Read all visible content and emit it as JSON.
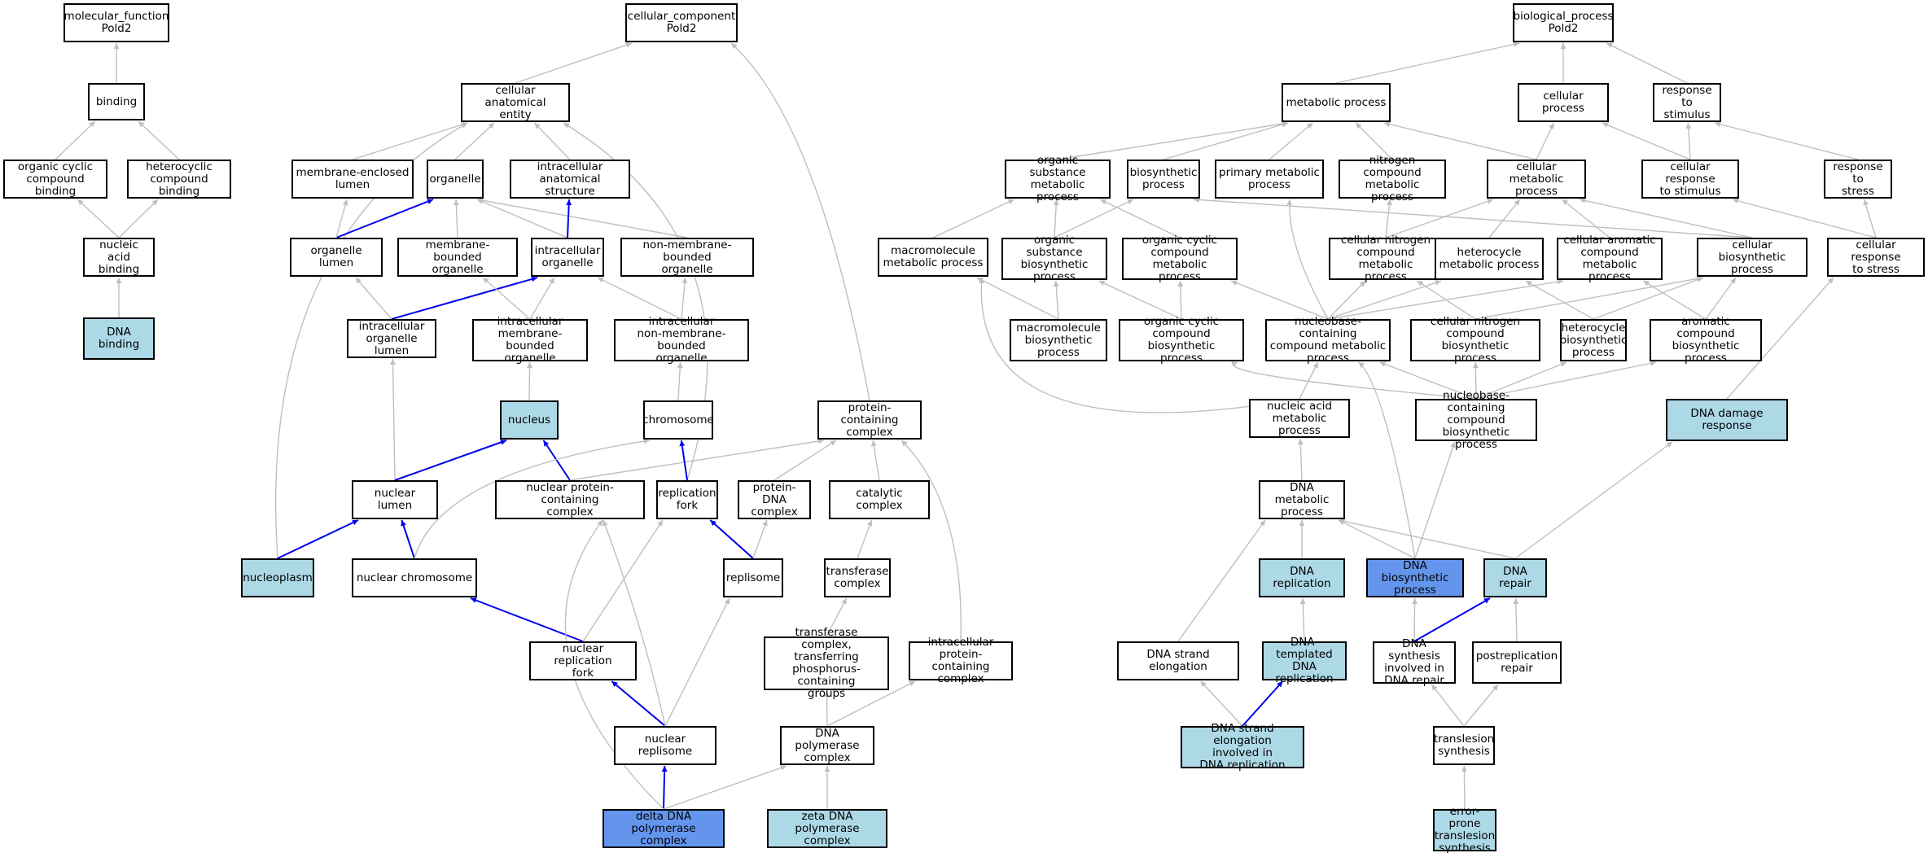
{
  "colors": {
    "background": "#ffffff",
    "node_default": "#ffffff",
    "node_light": "#add8e6",
    "node_blue": "#6495ed",
    "edge_gray": "#bfbfbf",
    "edge_blue": "#0000ee"
  },
  "nodes": [
    {
      "id": "mf",
      "label": "molecular_function\nPold2",
      "fill": "white"
    },
    {
      "id": "binding",
      "label": "binding",
      "fill": "white"
    },
    {
      "id": "orgcyc_bind",
      "label": "organic cyclic\ncompound binding",
      "fill": "white"
    },
    {
      "id": "hetcyc_bind",
      "label": "heterocyclic\ncompound binding",
      "fill": "white"
    },
    {
      "id": "nabind",
      "label": "nucleic acid\nbinding",
      "fill": "white"
    },
    {
      "id": "dnabind",
      "label": "DNA binding",
      "fill": "light"
    },
    {
      "id": "cc",
      "label": "cellular_component\nPold2",
      "fill": "white"
    },
    {
      "id": "cae",
      "label": "cellular anatomical\nentity",
      "fill": "white"
    },
    {
      "id": "mel",
      "label": "membrane-enclosed\nlumen",
      "fill": "white"
    },
    {
      "id": "organelle",
      "label": "organelle",
      "fill": "white"
    },
    {
      "id": "ias",
      "label": "intracellular\nanatomical structure",
      "fill": "white"
    },
    {
      "id": "orglumen",
      "label": "organelle lumen",
      "fill": "white"
    },
    {
      "id": "mbo",
      "label": "membrane-bounded\norganelle",
      "fill": "white"
    },
    {
      "id": "intorg",
      "label": "intracellular\norganelle",
      "fill": "white"
    },
    {
      "id": "nmbo",
      "label": "non-membrane-bounded\norganelle",
      "fill": "white"
    },
    {
      "id": "iol",
      "label": "intracellular\norganelle lumen",
      "fill": "white"
    },
    {
      "id": "imbo",
      "label": "intracellular\nmembrane-bounded\norganelle",
      "fill": "white"
    },
    {
      "id": "inmbo",
      "label": "intracellular\nnon-membrane-bounded\norganelle",
      "fill": "white"
    },
    {
      "id": "nucleus",
      "label": "nucleus",
      "fill": "light"
    },
    {
      "id": "chromosome",
      "label": "chromosome",
      "fill": "white"
    },
    {
      "id": "pcc",
      "label": "protein-containing\ncomplex",
      "fill": "white"
    },
    {
      "id": "nuclumen",
      "label": "nuclear lumen",
      "fill": "white"
    },
    {
      "id": "npcc",
      "label": "nuclear protein-containing\ncomplex",
      "fill": "white"
    },
    {
      "id": "repfork",
      "label": "replication\nfork",
      "fill": "white"
    },
    {
      "id": "pdna",
      "label": "protein-DNA\ncomplex",
      "fill": "white"
    },
    {
      "id": "catcomp",
      "label": "catalytic complex",
      "fill": "white"
    },
    {
      "id": "nucleoplasm",
      "label": "nucleoplasm",
      "fill": "light"
    },
    {
      "id": "nucchrom",
      "label": "nuclear chromosome",
      "fill": "white"
    },
    {
      "id": "replisome",
      "label": "replisome",
      "fill": "white"
    },
    {
      "id": "transcomp",
      "label": "transferase\ncomplex",
      "fill": "white"
    },
    {
      "id": "nrf",
      "label": "nuclear replication\nfork",
      "fill": "white"
    },
    {
      "id": "tctpcg",
      "label": "transferase\ncomplex, transferring\nphosphorus-containing\ngroups",
      "fill": "white"
    },
    {
      "id": "ipcc",
      "label": "intracellular\nprotein-containing\ncomplex",
      "fill": "white"
    },
    {
      "id": "nucrep",
      "label": "nuclear replisome",
      "fill": "white"
    },
    {
      "id": "dnapol",
      "label": "DNA polymerase\ncomplex",
      "fill": "white"
    },
    {
      "id": "delta",
      "label": "delta DNA polymerase\ncomplex",
      "fill": "blue"
    },
    {
      "id": "zeta",
      "label": "zeta DNA polymerase\ncomplex",
      "fill": "light"
    },
    {
      "id": "bp",
      "label": "biological_process\nPold2",
      "fill": "white"
    },
    {
      "id": "metab",
      "label": "metabolic process",
      "fill": "white"
    },
    {
      "id": "cellproc",
      "label": "cellular process",
      "fill": "white"
    },
    {
      "id": "rts",
      "label": "response to\nstimulus",
      "fill": "white"
    },
    {
      "id": "osmp",
      "label": "organic substance\nmetabolic process",
      "fill": "white"
    },
    {
      "id": "biosyn",
      "label": "biosynthetic\nprocess",
      "fill": "white"
    },
    {
      "id": "primmet",
      "label": "primary metabolic\nprocess",
      "fill": "white"
    },
    {
      "id": "ncmp",
      "label": "nitrogen compound\nmetabolic process",
      "fill": "white"
    },
    {
      "id": "cmp",
      "label": "cellular metabolic\nprocess",
      "fill": "white"
    },
    {
      "id": "crts",
      "label": "cellular response\nto stimulus",
      "fill": "white"
    },
    {
      "id": "rtstress",
      "label": "response to\nstress",
      "fill": "white"
    },
    {
      "id": "mmp",
      "label": "macromolecule\nmetabolic process",
      "fill": "white"
    },
    {
      "id": "osbp",
      "label": "organic substance\nbiosynthetic\nprocess",
      "fill": "white"
    },
    {
      "id": "occmp",
      "label": "organic cyclic\ncompound metabolic\nprocess",
      "fill": "white"
    },
    {
      "id": "cncmp",
      "label": "cellular nitrogen\ncompound metabolic\nprocess",
      "fill": "white"
    },
    {
      "id": "hmp",
      "label": "heterocycle\nmetabolic process",
      "fill": "white"
    },
    {
      "id": "cacmp",
      "label": "cellular aromatic\ncompound metabolic\nprocess",
      "fill": "white"
    },
    {
      "id": "cbp",
      "label": "cellular biosynthetic\nprocess",
      "fill": "white"
    },
    {
      "id": "crtstress",
      "label": "cellular response\nto stress",
      "fill": "white"
    },
    {
      "id": "mbp",
      "label": "macromolecule\nbiosynthetic\nprocess",
      "fill": "white"
    },
    {
      "id": "occbp",
      "label": "organic cyclic\ncompound biosynthetic\nprocess",
      "fill": "white"
    },
    {
      "id": "ncmpx",
      "label": "nucleobase-containing\ncompound metabolic\nprocess",
      "fill": "white"
    },
    {
      "id": "cncbp",
      "label": "cellular nitrogen\ncompound biosynthetic\nprocess",
      "fill": "white"
    },
    {
      "id": "hbp",
      "label": "heterocycle\nbiosynthetic\nprocess",
      "fill": "white"
    },
    {
      "id": "acbp",
      "label": "aromatic compound\nbiosynthetic\nprocess",
      "fill": "white"
    },
    {
      "id": "namp",
      "label": "nucleic acid\nmetabolic process",
      "fill": "white"
    },
    {
      "id": "ncbp",
      "label": "nucleobase-containing\ncompound biosynthetic\nprocess",
      "fill": "white"
    },
    {
      "id": "ddr",
      "label": "DNA damage response",
      "fill": "light"
    },
    {
      "id": "dnamp",
      "label": "DNA metabolic\nprocess",
      "fill": "white"
    },
    {
      "id": "dnarep",
      "label": "DNA replication",
      "fill": "light"
    },
    {
      "id": "dnabp",
      "label": "DNA biosynthetic\nprocess",
      "fill": "blue"
    },
    {
      "id": "dnarepair",
      "label": "DNA repair",
      "fill": "light"
    },
    {
      "id": "dse",
      "label": "DNA strand elongation",
      "fill": "white"
    },
    {
      "id": "dtdr",
      "label": "DNA-templated\nDNA replication",
      "fill": "light"
    },
    {
      "id": "dsidr",
      "label": "DNA synthesis\ninvolved in\nDNA repair",
      "fill": "white"
    },
    {
      "id": "postrep",
      "label": "postreplication\nrepair",
      "fill": "white"
    },
    {
      "id": "dseidr",
      "label": "DNA strand elongation\ninvolved in\nDNA replication",
      "fill": "light"
    },
    {
      "id": "tls",
      "label": "translesion\nsynthesis",
      "fill": "white"
    },
    {
      "id": "eptls",
      "label": "error-prone\ntranslesion\nsynthesis",
      "fill": "light"
    }
  ],
  "edges": [
    {
      "from": "binding",
      "to": "mf",
      "color": "gray"
    },
    {
      "from": "orgcyc_bind",
      "to": "binding",
      "color": "gray"
    },
    {
      "from": "hetcyc_bind",
      "to": "binding",
      "color": "gray"
    },
    {
      "from": "nabind",
      "to": "orgcyc_bind",
      "color": "gray"
    },
    {
      "from": "nabind",
      "to": "hetcyc_bind",
      "color": "gray"
    },
    {
      "from": "dnabind",
      "to": "nabind",
      "color": "gray"
    },
    {
      "from": "cae",
      "to": "cc",
      "color": "gray"
    },
    {
      "from": "pcc",
      "to": "cc",
      "color": "gray",
      "curve": [
        1005,
        150
      ]
    },
    {
      "from": "mel",
      "to": "cae",
      "color": "gray"
    },
    {
      "from": "organelle",
      "to": "cae",
      "color": "gray"
    },
    {
      "from": "ias",
      "to": "cae",
      "color": "gray"
    },
    {
      "from": "nucleoplasm",
      "to": "cae",
      "color": "gray",
      "curve": [
        315,
        300
      ]
    },
    {
      "from": "repfork",
      "to": "cae",
      "color": "gray",
      "curve": [
        935,
        300
      ]
    },
    {
      "from": "orglumen",
      "to": "organelle",
      "color": "blue"
    },
    {
      "from": "orglumen",
      "to": "mel",
      "color": "gray"
    },
    {
      "from": "mbo",
      "to": "organelle",
      "color": "gray"
    },
    {
      "from": "intorg",
      "to": "organelle",
      "color": "gray"
    },
    {
      "from": "nmbo",
      "to": "organelle",
      "color": "gray"
    },
    {
      "from": "intorg",
      "to": "ias",
      "color": "blue"
    },
    {
      "from": "iol",
      "to": "orglumen",
      "color": "gray"
    },
    {
      "from": "iol",
      "to": "intorg",
      "color": "blue"
    },
    {
      "from": "imbo",
      "to": "mbo",
      "color": "gray"
    },
    {
      "from": "imbo",
      "to": "intorg",
      "color": "gray"
    },
    {
      "from": "inmbo",
      "to": "intorg",
      "color": "gray"
    },
    {
      "from": "inmbo",
      "to": "nmbo",
      "color": "gray"
    },
    {
      "from": "nucleus",
      "to": "imbo",
      "color": "gray"
    },
    {
      "from": "chromosome",
      "to": "inmbo",
      "color": "gray"
    },
    {
      "from": "nuclumen",
      "to": "iol",
      "color": "gray"
    },
    {
      "from": "nuclumen",
      "to": "nucleus",
      "color": "blue"
    },
    {
      "from": "npcc",
      "to": "nucleus",
      "color": "blue"
    },
    {
      "from": "npcc",
      "to": "pcc",
      "color": "gray"
    },
    {
      "from": "repfork",
      "to": "chromosome",
      "color": "blue"
    },
    {
      "from": "pdna",
      "to": "pcc",
      "color": "gray"
    },
    {
      "from": "catcomp",
      "to": "pcc",
      "color": "gray"
    },
    {
      "from": "ipcc",
      "to": "pcc",
      "color": "gray",
      "curve": [
        1185,
        620
      ]
    },
    {
      "from": "nucleoplasm",
      "to": "nuclumen",
      "color": "blue"
    },
    {
      "from": "nucchrom",
      "to": "nuclumen",
      "color": "blue"
    },
    {
      "from": "nucchrom",
      "to": "chromosome",
      "color": "gray",
      "curve": [
        540,
        580
      ]
    },
    {
      "from": "replisome",
      "to": "repfork",
      "color": "blue"
    },
    {
      "from": "replisome",
      "to": "pdna",
      "color": "gray"
    },
    {
      "from": "transcomp",
      "to": "catcomp",
      "color": "gray"
    },
    {
      "from": "nrf",
      "to": "nucchrom",
      "color": "blue"
    },
    {
      "from": "nrf",
      "to": "repfork",
      "color": "gray"
    },
    {
      "from": "tctpcg",
      "to": "transcomp",
      "color": "gray"
    },
    {
      "from": "nucrep",
      "to": "nrf",
      "color": "blue"
    },
    {
      "from": "nucrep",
      "to": "npcc",
      "color": "gray",
      "curve": [
        790,
        770
      ]
    },
    {
      "from": "nucrep",
      "to": "replisome",
      "color": "gray"
    },
    {
      "from": "dnapol",
      "to": "tctpcg",
      "color": "gray"
    },
    {
      "from": "dnapol",
      "to": "ipcc",
      "color": "gray"
    },
    {
      "from": "delta",
      "to": "nucrep",
      "color": "blue"
    },
    {
      "from": "delta",
      "to": "dnapol",
      "color": "gray"
    },
    {
      "from": "delta",
      "to": "npcc",
      "color": "gray",
      "curve": [
        620,
        800
      ]
    },
    {
      "from": "zeta",
      "to": "dnapol",
      "color": "gray"
    },
    {
      "from": "metab",
      "to": "bp",
      "color": "gray"
    },
    {
      "from": "cellproc",
      "to": "bp",
      "color": "gray"
    },
    {
      "from": "rts",
      "to": "bp",
      "color": "gray"
    },
    {
      "from": "osmp",
      "to": "metab",
      "color": "gray"
    },
    {
      "from": "biosyn",
      "to": "metab",
      "color": "gray"
    },
    {
      "from": "primmet",
      "to": "metab",
      "color": "gray"
    },
    {
      "from": "ncmp",
      "to": "metab",
      "color": "gray"
    },
    {
      "from": "cmp",
      "to": "metab",
      "color": "gray"
    },
    {
      "from": "cmp",
      "to": "cellproc",
      "color": "gray"
    },
    {
      "from": "crts",
      "to": "cellproc",
      "color": "gray"
    },
    {
      "from": "crts",
      "to": "rts",
      "color": "gray"
    },
    {
      "from": "rtstress",
      "to": "rts",
      "color": "gray"
    },
    {
      "from": "mmp",
      "to": "osmp",
      "color": "gray"
    },
    {
      "from": "osbp",
      "to": "osmp",
      "color": "gray"
    },
    {
      "from": "osbp",
      "to": "biosyn",
      "color": "gray"
    },
    {
      "from": "occmp",
      "to": "osmp",
      "color": "gray"
    },
    {
      "from": "cncmp",
      "to": "ncmp",
      "color": "gray"
    },
    {
      "from": "cncmp",
      "to": "cmp",
      "color": "gray"
    },
    {
      "from": "hmp",
      "to": "cmp",
      "color": "gray"
    },
    {
      "from": "cacmp",
      "to": "cmp",
      "color": "gray"
    },
    {
      "from": "cbp",
      "to": "cmp",
      "color": "gray"
    },
    {
      "from": "cbp",
      "to": "biosyn",
      "color": "gray"
    },
    {
      "from": "crtstress",
      "to": "crts",
      "color": "gray"
    },
    {
      "from": "crtstress",
      "to": "rtstress",
      "color": "gray"
    },
    {
      "from": "mbp",
      "to": "mmp",
      "color": "gray"
    },
    {
      "from": "mbp",
      "to": "osbp",
      "color": "gray"
    },
    {
      "from": "occbp",
      "to": "osbp",
      "color": "gray"
    },
    {
      "from": "occbp",
      "to": "occmp",
      "color": "gray"
    },
    {
      "from": "ncmpx",
      "to": "occmp",
      "color": "gray"
    },
    {
      "from": "ncmpx",
      "to": "cncmp",
      "color": "gray"
    },
    {
      "from": "ncmpx",
      "to": "hmp",
      "color": "gray"
    },
    {
      "from": "ncmpx",
      "to": "cacmp",
      "color": "gray"
    },
    {
      "from": "ncmpx",
      "to": "primmet",
      "color": "gray",
      "curve": [
        1580,
        300
      ]
    },
    {
      "from": "cncbp",
      "to": "cncmp",
      "color": "gray"
    },
    {
      "from": "cncbp",
      "to": "cbp",
      "color": "gray"
    },
    {
      "from": "hbp",
      "to": "hmp",
      "color": "gray"
    },
    {
      "from": "hbp",
      "to": "cbp",
      "color": "gray"
    },
    {
      "from": "acbp",
      "to": "cacmp",
      "color": "gray"
    },
    {
      "from": "acbp",
      "to": "cbp",
      "color": "gray"
    },
    {
      "from": "namp",
      "to": "ncmpx",
      "color": "gray"
    },
    {
      "from": "namp",
      "to": "mmp",
      "color": "gray",
      "curve": [
        1190,
        560
      ]
    },
    {
      "from": "ncbp",
      "to": "ncmpx",
      "color": "gray"
    },
    {
      "from": "ncbp",
      "to": "occbp",
      "color": "gray",
      "curve": [
        1480,
        460
      ]
    },
    {
      "from": "ncbp",
      "to": "cncbp",
      "color": "gray"
    },
    {
      "from": "ncbp",
      "to": "hbp",
      "color": "gray"
    },
    {
      "from": "ncbp",
      "to": "acbp",
      "color": "gray"
    },
    {
      "from": "ddr",
      "to": "crtstress",
      "color": "gray"
    },
    {
      "from": "dnamp",
      "to": "namp",
      "color": "gray"
    },
    {
      "from": "dnarep",
      "to": "dnamp",
      "color": "gray"
    },
    {
      "from": "dnabp",
      "to": "dnamp",
      "color": "gray"
    },
    {
      "from": "dnabp",
      "to": "ncbp",
      "color": "gray"
    },
    {
      "from": "dnabp",
      "to": "ncmpx",
      "color": "gray",
      "curve": [
        1700,
        470
      ]
    },
    {
      "from": "dnarepair",
      "to": "dnamp",
      "color": "gray"
    },
    {
      "from": "dnarepair",
      "to": "ddr",
      "color": "gray"
    },
    {
      "from": "dse",
      "to": "dnamp",
      "color": "gray"
    },
    {
      "from": "dtdr",
      "to": "dnarep",
      "color": "gray"
    },
    {
      "from": "dsidr",
      "to": "dnabp",
      "color": "gray"
    },
    {
      "from": "dsidr",
      "to": "dnarepair",
      "color": "blue"
    },
    {
      "from": "postrep",
      "to": "dnarepair",
      "color": "gray"
    },
    {
      "from": "dseidr",
      "to": "dse",
      "color": "gray"
    },
    {
      "from": "dseidr",
      "to": "dtdr",
      "color": "blue"
    },
    {
      "from": "tls",
      "to": "dsidr",
      "color": "gray"
    },
    {
      "from": "tls",
      "to": "postrep",
      "color": "gray"
    },
    {
      "from": "eptls",
      "to": "tls",
      "color": "gray"
    }
  ]
}
